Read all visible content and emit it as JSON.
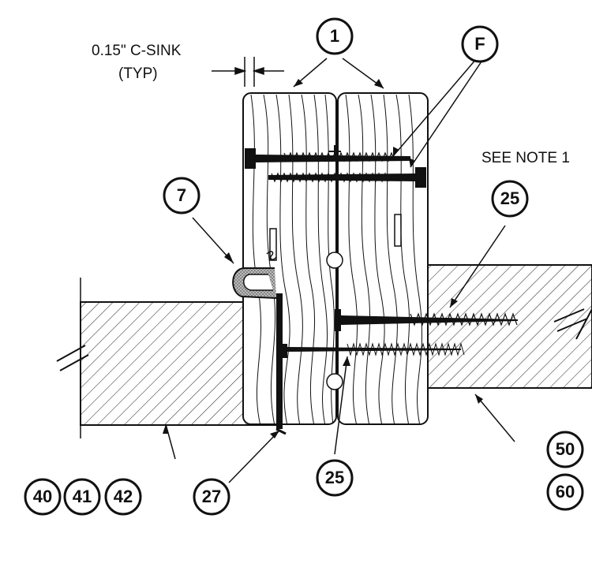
{
  "notes": {
    "csink_line1": "0.15\" C-SINK",
    "csink_line2": "(TYP)",
    "see_note": "SEE NOTE 1"
  },
  "callouts": {
    "c1": "1",
    "cF": "F",
    "c7": "7",
    "c25_top": "25",
    "c25_bottom": "25",
    "c27": "27",
    "c40": "40",
    "c41": "41",
    "c42": "42",
    "c50": "50",
    "c60": "60"
  }
}
